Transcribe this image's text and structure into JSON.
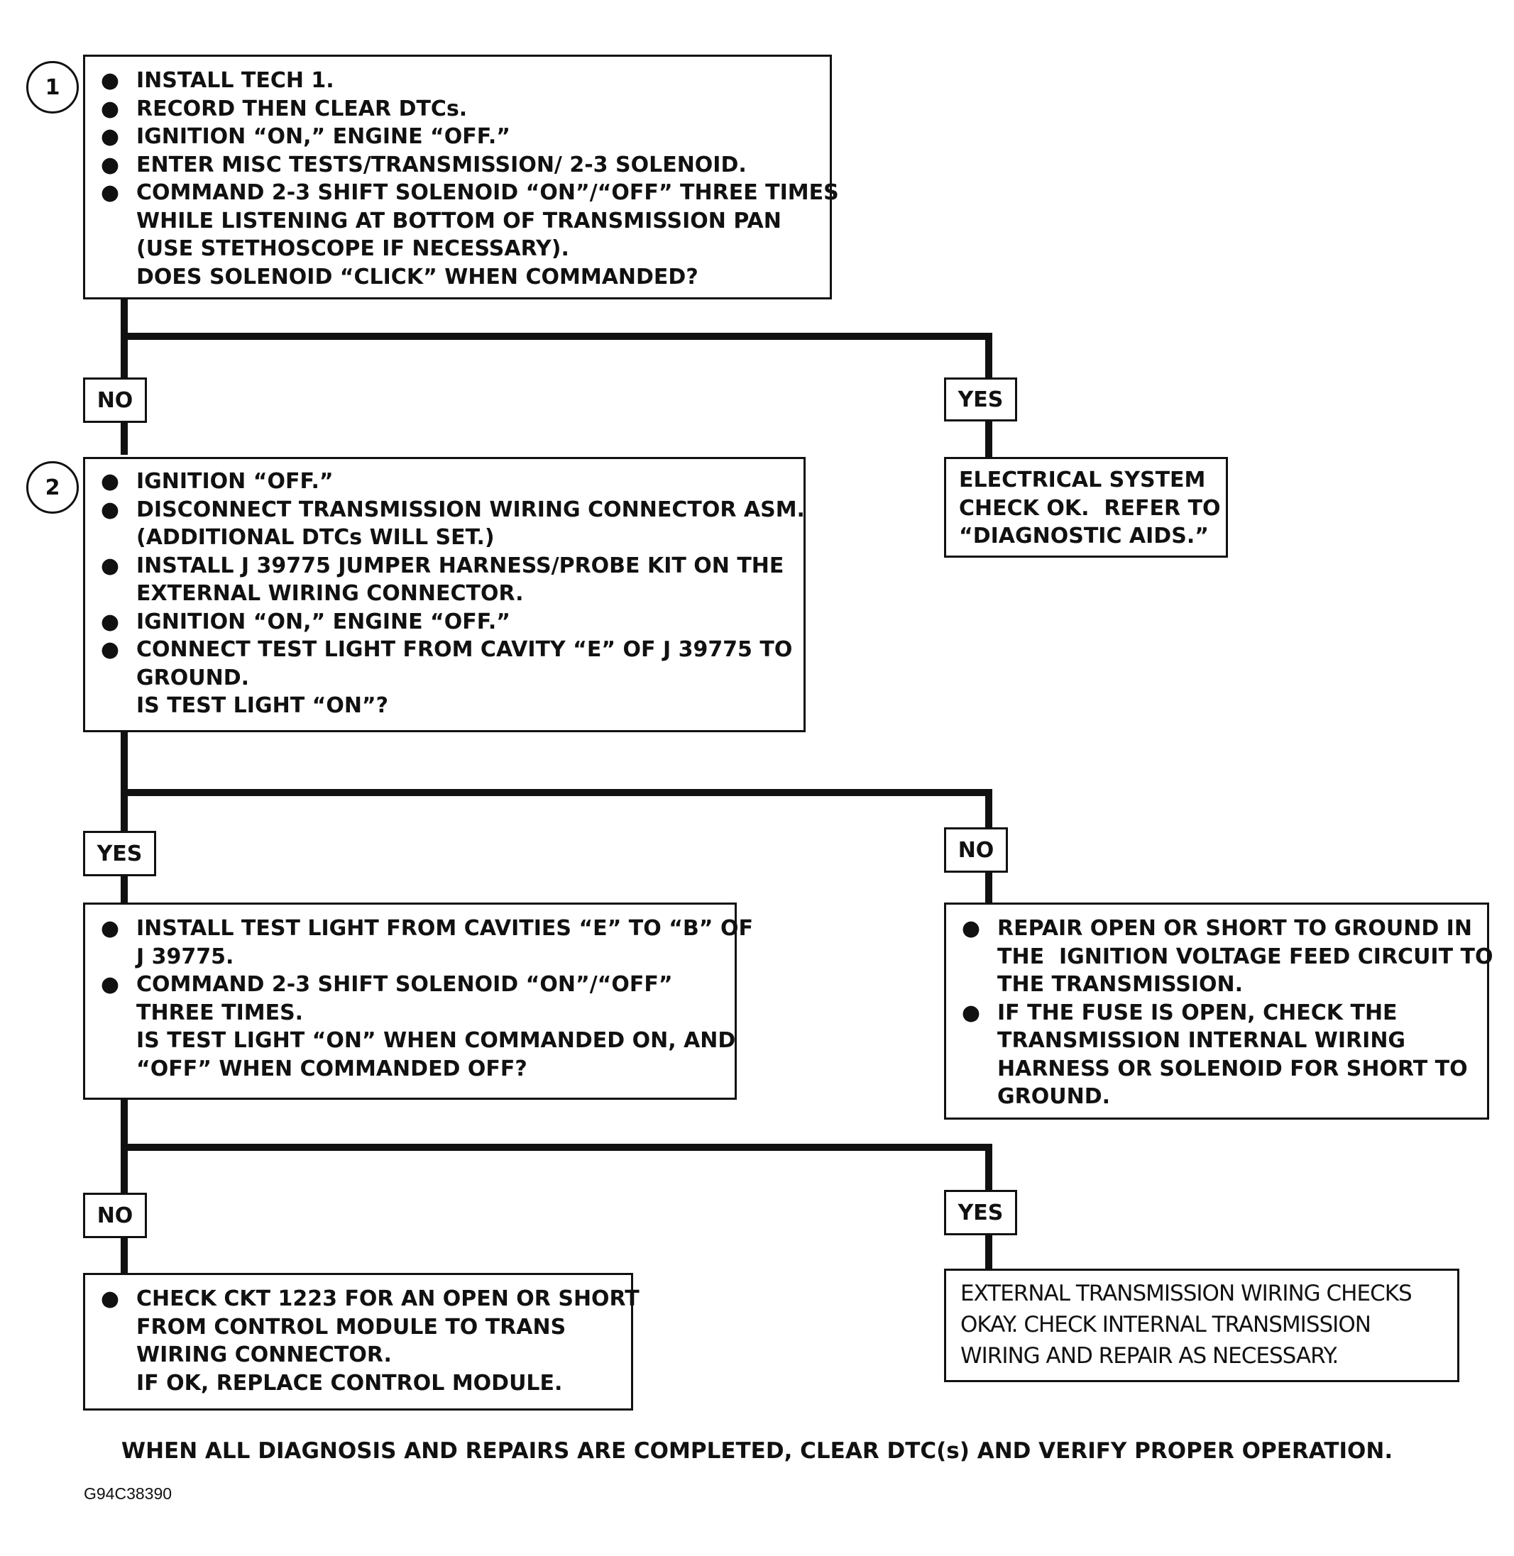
{
  "step1": {
    "number": "1",
    "items": [
      "INSTALL TECH 1.",
      "RECORD THEN CLEAR DTCs.",
      "IGNITION “ON,”  ENGINE “OFF.”",
      "ENTER MISC TESTS/TRANSMISSION/ 2-3 SOLENOID.",
      "COMMAND 2-3 SHIFT SOLENOID “ON”/“OFF” THREE TIMES\nWHILE LISTENING AT BOTTOM OF TRANSMISSION PAN\n(USE STETHOSCOPE IF NECESSARY)."
    ],
    "question": "DOES SOLENOID “CLICK” WHEN COMMANDED?"
  },
  "branch1": {
    "left_label": "NO",
    "right_label": "YES"
  },
  "result1_yes": "ELECTRICAL SYSTEM\nCHECK OK.  REFER TO\n“DIAGNOSTIC AIDS.”",
  "step2": {
    "number": "2",
    "items": [
      "IGNITION “OFF.”",
      "DISCONNECT TRANSMISSION WIRING CONNECTOR ASM.\n(ADDITIONAL DTCs WILL SET.)",
      "INSTALL J 39775 JUMPER HARNESS/PROBE KIT ON THE\nEXTERNAL WIRING CONNECTOR.",
      "IGNITION “ON,” ENGINE “OFF.”",
      "CONNECT TEST LIGHT FROM CAVITY “E” OF J 39775 TO\nGROUND."
    ],
    "question": "IS TEST LIGHT “ON”?"
  },
  "branch2": {
    "left_label": "YES",
    "right_label": "NO"
  },
  "step3": {
    "items": [
      "INSTALL TEST LIGHT FROM CAVITIES “E” TO “B” OF\nJ 39775.",
      "COMMAND 2-3 SHIFT SOLENOID “ON”/“OFF”\nTHREE TIMES."
    ],
    "question": "IS TEST LIGHT “ON” WHEN COMMANDED ON, AND\n“OFF” WHEN COMMANDED OFF?"
  },
  "result2_no": {
    "items": [
      "REPAIR OPEN OR SHORT TO GROUND IN\nTHE  IGNITION VOLTAGE FEED CIRCUIT TO\nTHE TRANSMISSION.",
      "IF THE FUSE IS OPEN, CHECK THE\nTRANSMISSION INTERNAL WIRING\nHARNESS OR SOLENOID FOR SHORT TO\nGROUND."
    ]
  },
  "branch3": {
    "left_label": "NO",
    "right_label": "YES"
  },
  "result3_no": {
    "items": [
      "CHECK CKT 1223 FOR AN OPEN OR SHORT\nFROM CONTROL MODULE TO TRANS\nWIRING CONNECTOR."
    ],
    "question": "IF OK, REPLACE CONTROL MODULE."
  },
  "result3_yes": "EXTERNAL TRANSMISSION WIRING CHECKS\nOKAY. CHECK INTERNAL TRANSMISSION\nWIRING AND REPAIR AS NECESSARY.",
  "footer": "WHEN ALL DIAGNOSIS AND REPAIRS ARE COMPLETED, CLEAR DTC(s) AND VERIFY PROPER OPERATION.",
  "figure_code": "G94C38390",
  "bullet_symbol": "●"
}
